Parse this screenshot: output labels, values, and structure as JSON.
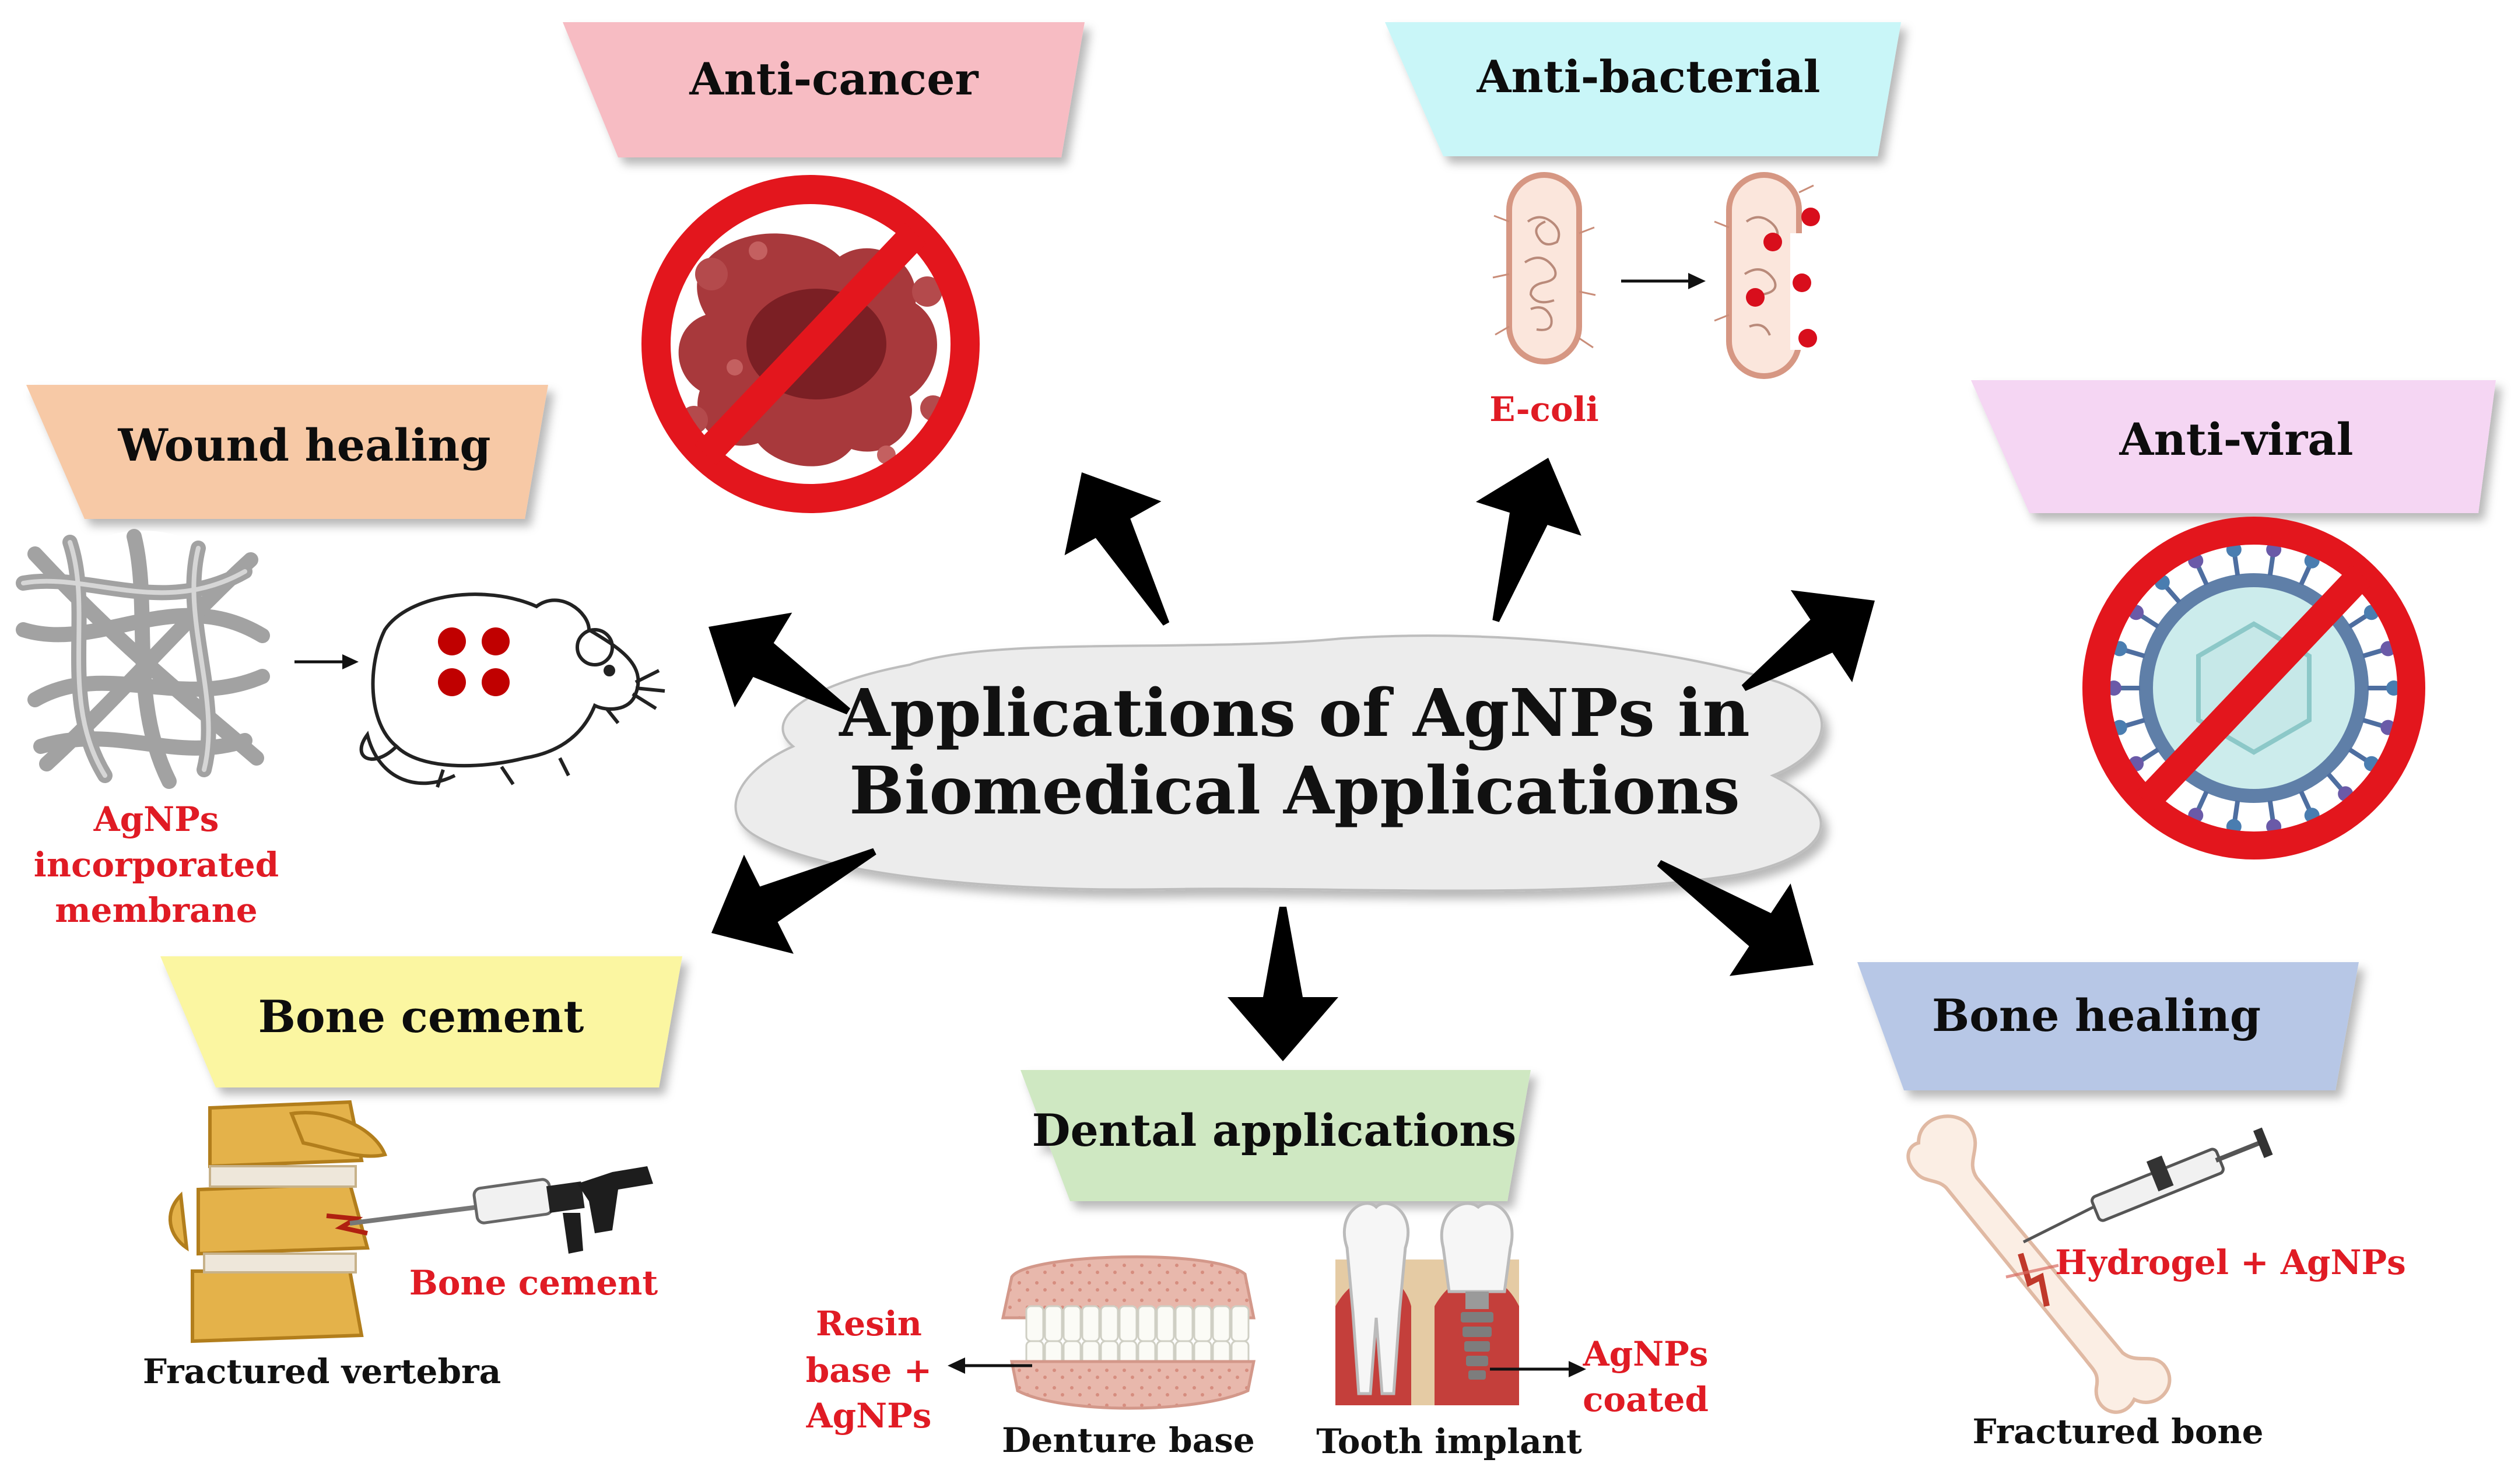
{
  "center": {
    "line1": "Applications of AgNPs in",
    "line2": "Biomedical Applications"
  },
  "categories": {
    "anti_cancer": {
      "label": "Anti-cancer",
      "color": "#f7bcc3"
    },
    "anti_bacterial": {
      "label": "Anti-bacterial",
      "color": "#c9f6f8",
      "annotation": "E-coli"
    },
    "anti_viral": {
      "label": "Anti-viral",
      "color": "#f5d6f3"
    },
    "wound_healing": {
      "label": "Wound healing",
      "color": "#f7c9a6",
      "annotation_lines": [
        "AgNPs",
        "incorporated",
        "membrane"
      ]
    },
    "bone_cement": {
      "label": "Bone cement",
      "color": "#fbf6a1",
      "annotation": "Bone cement",
      "caption": "Fractured vertebra"
    },
    "dental": {
      "label": "Dental applications",
      "color": "#cfe8c2",
      "left_note_lines": [
        "Resin",
        "base +",
        "AgNPs"
      ],
      "right_note_lines": [
        "AgNPs",
        "coated"
      ],
      "caption_left": "Denture base",
      "caption_right": "Tooth implant"
    },
    "bone_healing": {
      "label": "Bone healing",
      "color": "#b7c7e6",
      "annotation": "Hydrogel + AgNPs",
      "caption": "Fractured bone"
    }
  },
  "colors": {
    "accent_red": "#e01b24",
    "ban_red": "#e3161d",
    "cloud_fill": "#ececec",
    "arrow": "#000000"
  },
  "icons": {
    "anti_cancer": "cancer-cell-ban-icon",
    "anti_bacterial": "bacteria-icon",
    "anti_viral": "virus-ban-icon",
    "wound_healing": "mouse-icon",
    "bone_cement": "vertebra-icon",
    "dental": "denture-icon",
    "bone_healing": "bone-icon"
  }
}
